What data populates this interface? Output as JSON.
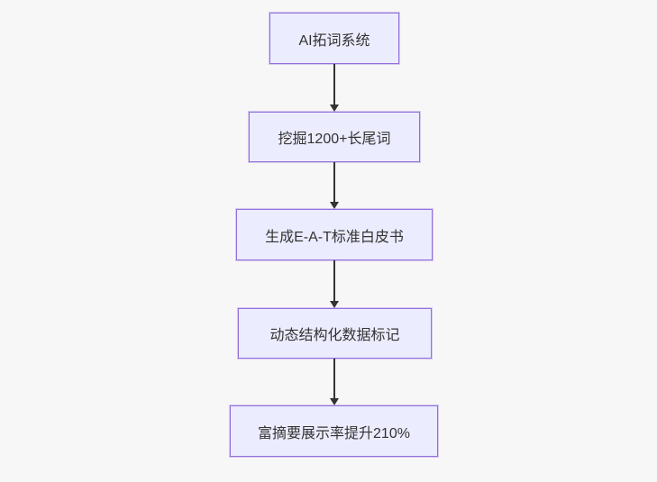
{
  "diagram": {
    "type": "flowchart",
    "direction": "top-down",
    "nodes": [
      {
        "id": "A",
        "label": "AI拓词系统"
      },
      {
        "id": "B",
        "label": "挖掘1200+长尾词"
      },
      {
        "id": "C",
        "label": "生成E-A-T标准白皮书"
      },
      {
        "id": "D",
        "label": "动态结构化数据标记"
      },
      {
        "id": "E",
        "label": "富摘要展示率提升210%"
      }
    ],
    "edges": [
      {
        "from": "A",
        "to": "B"
      },
      {
        "from": "B",
        "to": "C"
      },
      {
        "from": "C",
        "to": "D"
      },
      {
        "from": "D",
        "to": "E"
      }
    ],
    "colors": {
      "background": "#f7f7f7",
      "node_fill": "#ECECFF",
      "node_border": "#9370DB",
      "edge": "#333333",
      "text": "#333333"
    }
  }
}
